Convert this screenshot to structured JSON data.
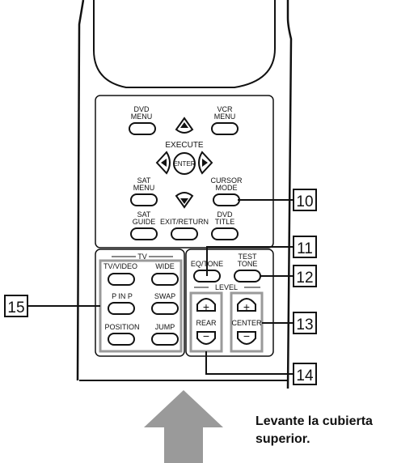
{
  "colors": {
    "ink": "#111111",
    "button_fill": "#ffffff",
    "highlight_box": "#9a9a9a",
    "arrow": "#9a9a9a"
  },
  "icons": {
    "up": "arrow-up-icon",
    "left": "arrow-left-icon",
    "right": "arrow-right-icon",
    "down": "arrow-down-icon",
    "lift_arrow": "big-up-arrow-icon"
  },
  "buttons": {
    "dvd_menu": [
      "DVD",
      "MENU"
    ],
    "vcr_menu": [
      "VCR",
      "MENU"
    ],
    "execute": "EXECUTE",
    "enter": "ENTER",
    "sat_menu": [
      "SAT",
      "MENU"
    ],
    "cursor_mode": [
      "CURSOR",
      "MODE"
    ],
    "sat_guide": [
      "SAT",
      "GUIDE"
    ],
    "exit_return": "EXIT/RETURN",
    "dvd_title": [
      "DVD",
      "TITLE"
    ],
    "tv_section": "TV",
    "tv_video": "TV/VIDEO",
    "wide": "WIDE",
    "p_in_p": "P IN P",
    "swap": "SWAP",
    "position": "POSITION",
    "jump": "JUMP",
    "eq_tone": "EQ/TONE",
    "test_tone": [
      "TEST",
      "TONE"
    ],
    "level": "LEVEL",
    "rear": "REAR",
    "center": "CENTER",
    "plus": "+",
    "minus": "−"
  },
  "callouts": {
    "n10": "10",
    "n11": "11",
    "n12": "12",
    "n13": "13",
    "n14": "14",
    "n15": "15"
  },
  "caption": {
    "line1": "Levante la cubierta",
    "line2": "superior."
  }
}
